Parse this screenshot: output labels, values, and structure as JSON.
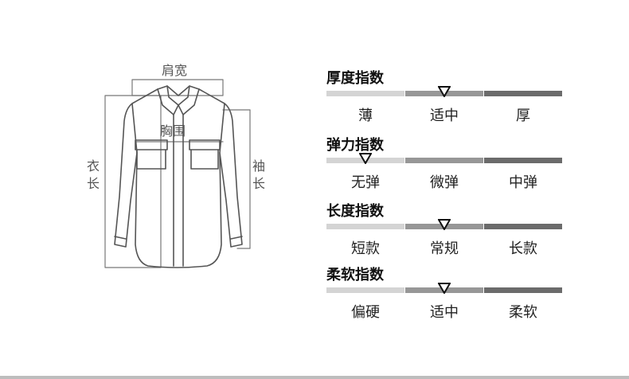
{
  "diagram": {
    "shoulder_label": "肩宽",
    "chest_label": "胸围",
    "length_label": "衣长",
    "sleeve_label": "袖长"
  },
  "indices": [
    {
      "title": "厚度指数",
      "options": [
        "薄",
        "适中",
        "厚"
      ],
      "selected": 1
    },
    {
      "title": "弹力指数",
      "options": [
        "无弹",
        "微弹",
        "中弹"
      ],
      "selected": 0
    },
    {
      "title": "长度指数",
      "options": [
        "短款",
        "常规",
        "长款"
      ],
      "selected": 1
    },
    {
      "title": "柔软指数",
      "options": [
        "偏硬",
        "适中",
        "柔软"
      ],
      "selected": 1
    }
  ],
  "colors": {
    "bar_light": "#d4d4d4",
    "bar_mid": "#979797",
    "bar_dark": "#6b6b6b",
    "line": "#555555"
  }
}
